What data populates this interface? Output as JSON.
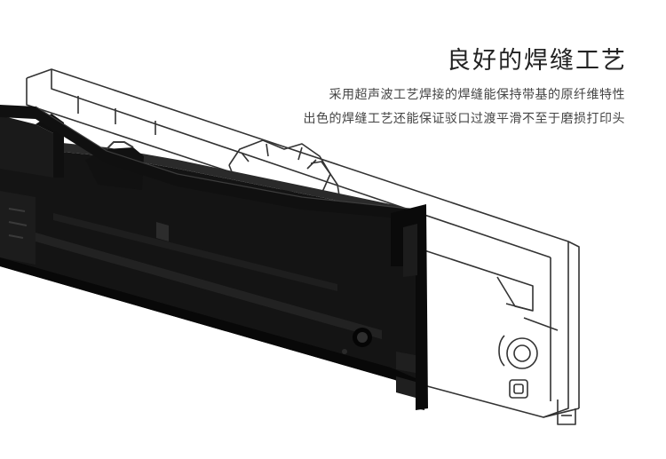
{
  "headline": "良好的焊缝工艺",
  "description": [
    "采用超声波工艺焊接的焊缝能保持带基的原纤维特性",
    "出色的焊缝工艺还能保证驳口过渡平滑不至于磨损打印头"
  ],
  "colors": {
    "background": "#ffffff",
    "headline": "#222222",
    "description": "#444444",
    "cartridge_body": "#141414",
    "outline": "#333333"
  },
  "icons": [
    "ribbon-cartridge-photo",
    "cartridge-outline-drawing"
  ]
}
